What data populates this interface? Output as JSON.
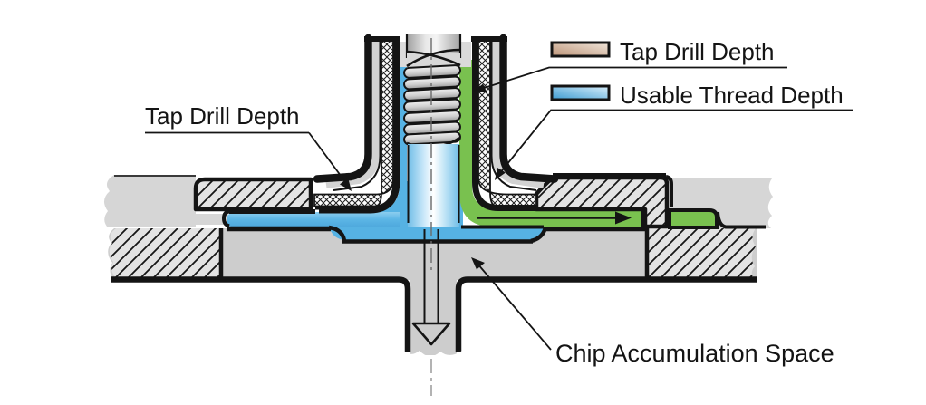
{
  "diagram": {
    "type": "technical-cross-section",
    "subject": "Blind tapped hole depth terminology",
    "labels": {
      "left_callout": "Tap Drill Depth",
      "chip_callout": "Chip Accumulation Space"
    },
    "legend": {
      "items": [
        {
          "label": "Tap Drill Depth",
          "swatch_color": "#c9a385"
        },
        {
          "label": "Usable Thread Depth",
          "swatch_color": "#54b0e0"
        }
      ]
    },
    "icons": {
      "flow_arrow_right": "arrow-right",
      "chip_exit_arrow": "arrow-down-hollow",
      "leader_arrows": "arrowhead"
    },
    "colors": {
      "outline": "#121212",
      "blue": "#5cb6e6",
      "green": "#79c14f",
      "tan": "#c9a385",
      "gray_plate": "#cfcfcf",
      "gray_light": "#d6d6d6",
      "hatch_bg": "#e3e3e3",
      "background": "#ffffff"
    }
  }
}
